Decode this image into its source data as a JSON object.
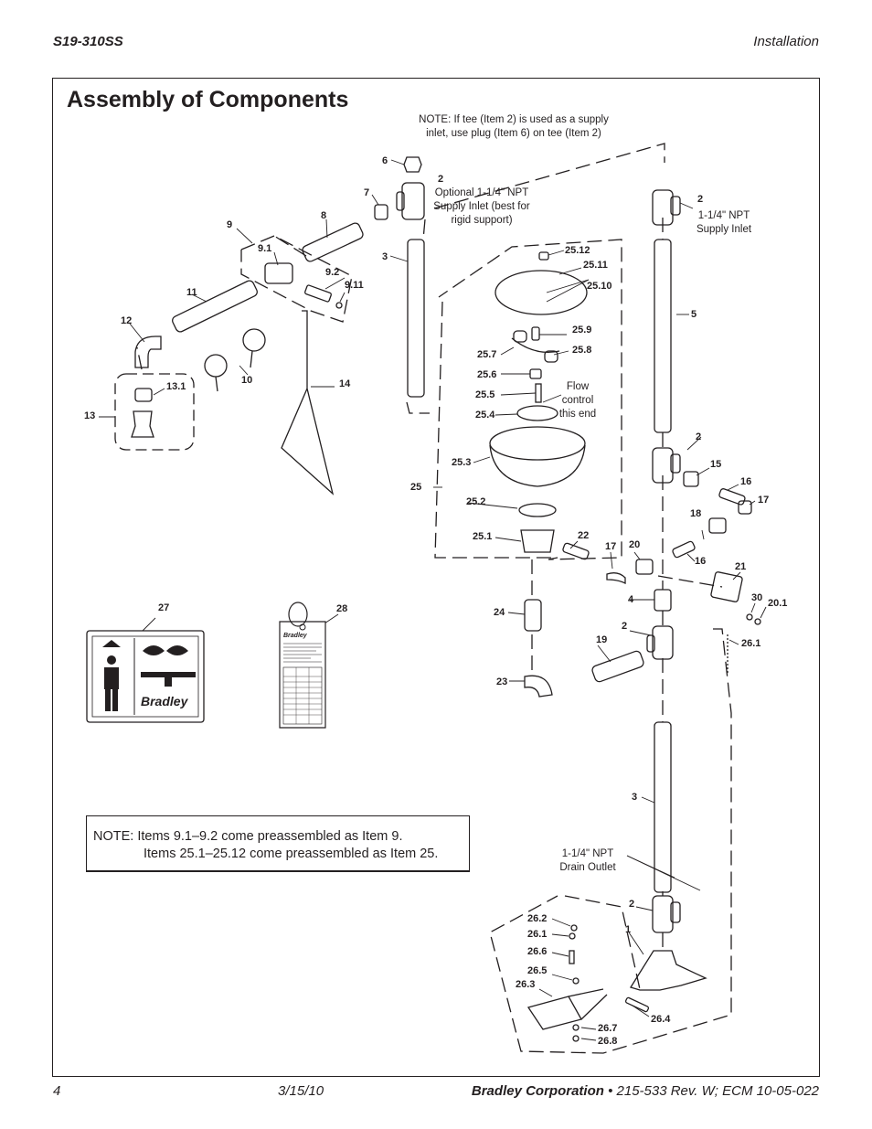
{
  "header": {
    "model": "S19-310SS",
    "section": "Installation"
  },
  "title": "Assembly of Components",
  "captions": {
    "note_top": "NOTE:  If tee (Item 2) is used as a supply\ninlet, use plug (Item 6) on tee (Item 2)",
    "optional_inlet": "Optional 1-1/4\" NPT\nSupply Inlet (best for\nrigid support)",
    "supply_inlet": "1-1/4\" NPT\nSupply Inlet",
    "flow_control": "Flow\ncontrol\nthis end",
    "drain_outlet": "1-1/4\" NPT\nDrain Outlet"
  },
  "part_labels": {
    "p6": "6",
    "p2a": "2",
    "p7": "7",
    "p8": "8",
    "p9": "9",
    "p91": "9.1",
    "p92": "9.2",
    "p911": "9.11",
    "p3a": "3",
    "p11": "11",
    "p12": "12",
    "p10": "10",
    "p14": "14",
    "p131": "13.1",
    "p13": "13",
    "p2b": "2",
    "p5": "5",
    "p2512": "25.12",
    "p2511": "25.11",
    "p2510": "25.10",
    "p259": "25.9",
    "p257": "25.7",
    "p258": "25.8",
    "p256": "25.6",
    "p255": "25.5",
    "p254": "25.4",
    "p253": "25.3",
    "p25": "25",
    "p252": "25.2",
    "p251": "25.1",
    "p22": "22",
    "p17a": "17",
    "p20": "20",
    "p2c": "2",
    "p15": "15",
    "p16a": "16",
    "p17b": "17",
    "p18": "18",
    "p16b": "16",
    "p21": "21",
    "p4": "4",
    "p30": "30",
    "p201": "20.1",
    "p2d": "2",
    "p261a": "26.1",
    "p24": "24",
    "p19": "19",
    "p23": "23",
    "p27": "27",
    "p28": "28",
    "p3b": "3",
    "p2e": "2",
    "p1": "1",
    "p262": "26.2",
    "p261b": "26.1",
    "p266": "26.6",
    "p265": "26.5",
    "p263": "26.3",
    "p264": "26.4",
    "p267": "26.7",
    "p268": "26.8"
  },
  "sign_brand": "Bradley",
  "note_box": {
    "line1": "NOTE:  Items 9.1–9.2 come preassembled as Item 9.",
    "line2": "Items 25.1–25.12 come preassembled as Item 25."
  },
  "footer": {
    "page": "4",
    "date": "3/15/10",
    "company": "Bradley Corporation",
    "doc": " • 215-533 Rev. W; ECM 10-05-022"
  }
}
